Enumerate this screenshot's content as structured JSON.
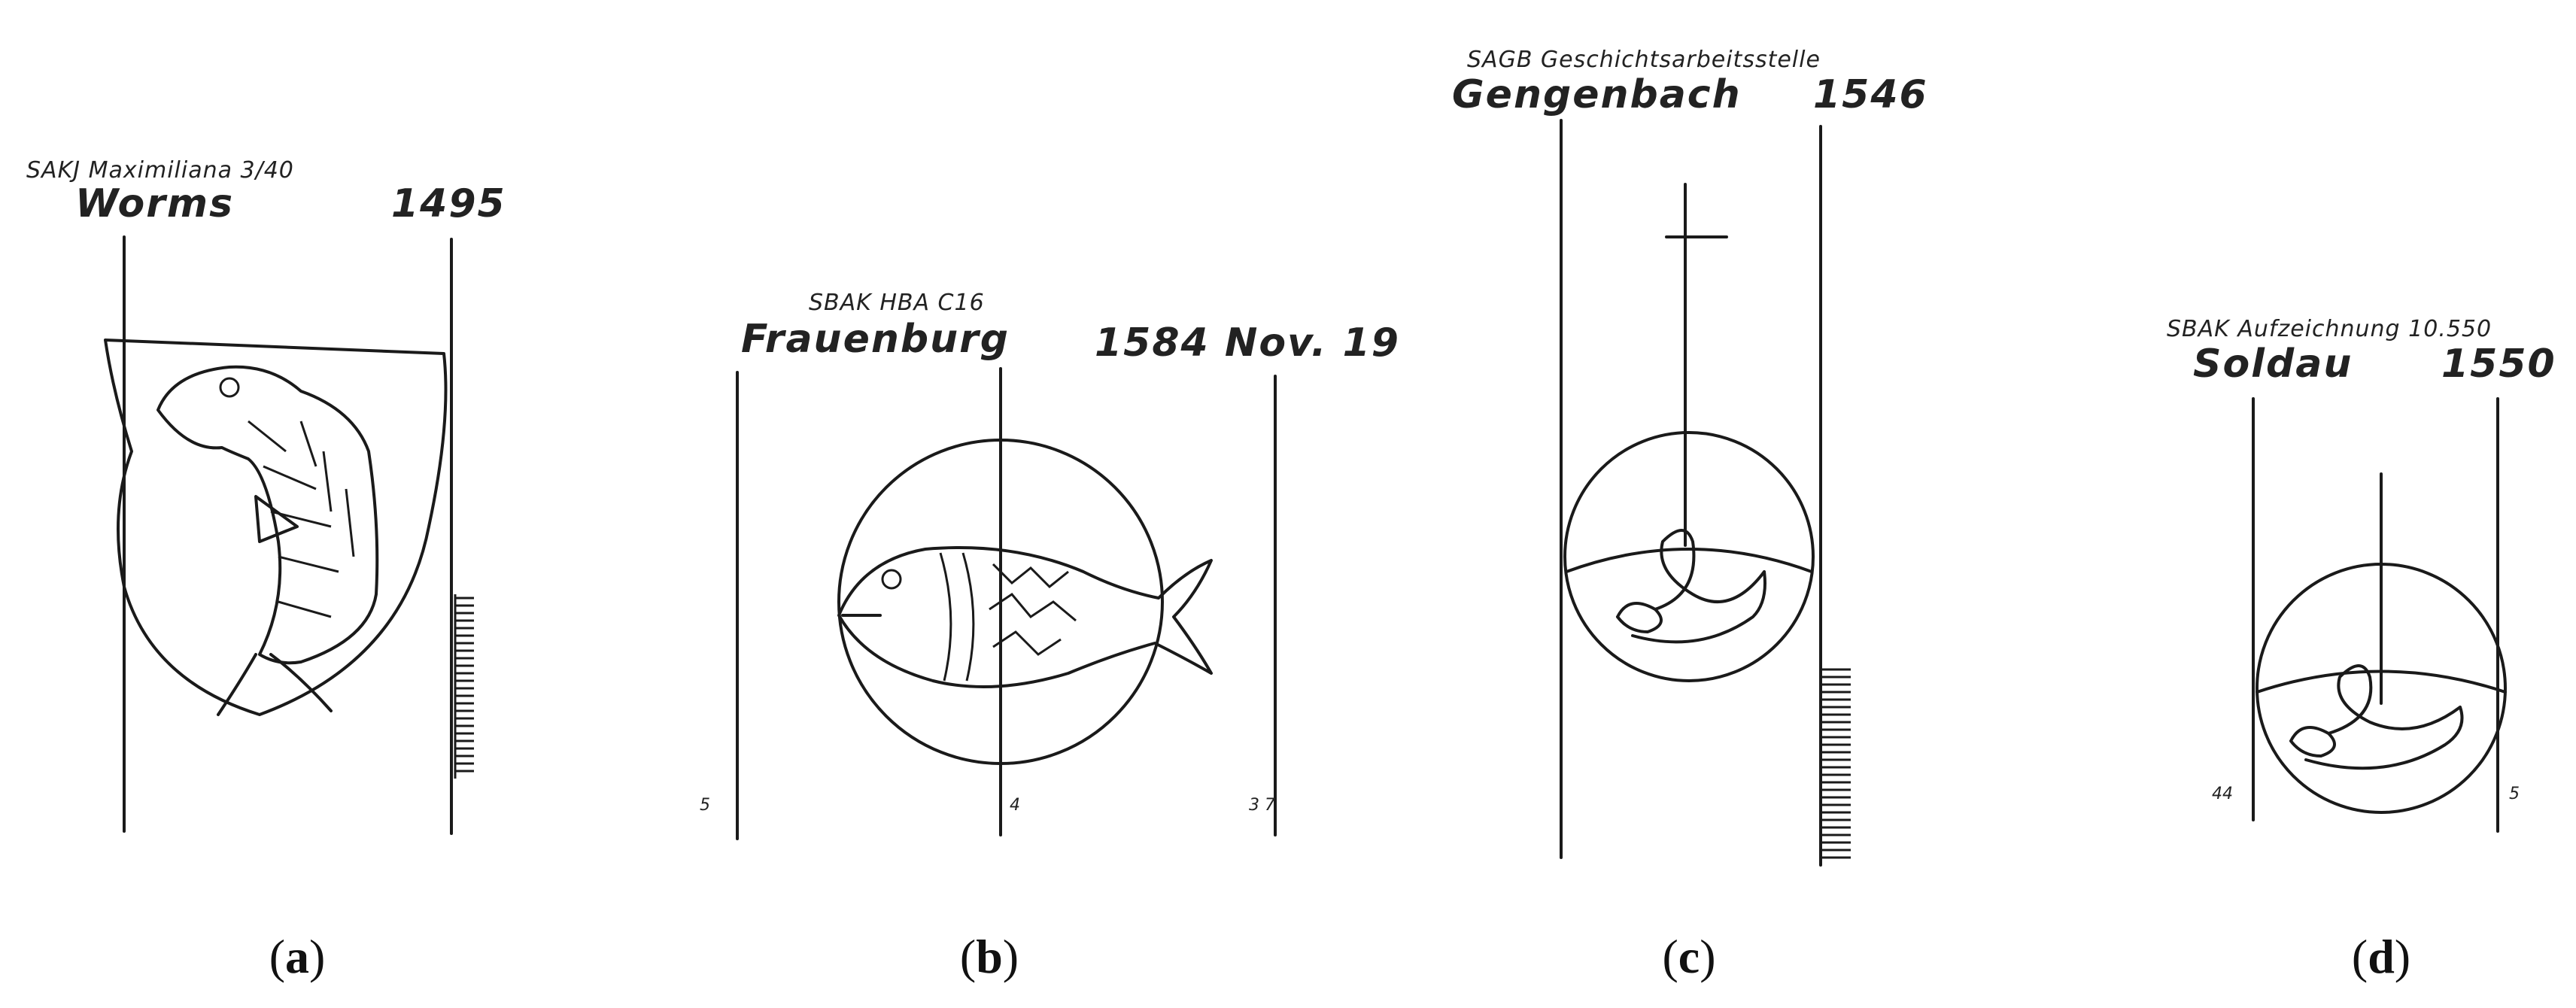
{
  "panels": [
    {
      "id": "a",
      "top_note": "SAKJ Maximiliana 3/40",
      "place": "Worms",
      "year": "1495",
      "margin_marks": []
    },
    {
      "id": "b",
      "top_note": "SBAK HBA C16",
      "place": "Frauenburg",
      "year": "1584 Nov. 19",
      "margin_marks": [
        "5",
        "4",
        "3 7"
      ]
    },
    {
      "id": "c",
      "top_note": "SAGB Geschichtsarbeitsstelle",
      "place": "Gengenbach",
      "year": "1546",
      "margin_marks": []
    },
    {
      "id": "d",
      "top_note": "SBAK Aufzeichnung 10.550",
      "place": "Soldau",
      "year": "1550",
      "margin_marks": [
        "44",
        "5"
      ]
    }
  ],
  "captions": [
    "a",
    "b",
    "c",
    "d"
  ]
}
